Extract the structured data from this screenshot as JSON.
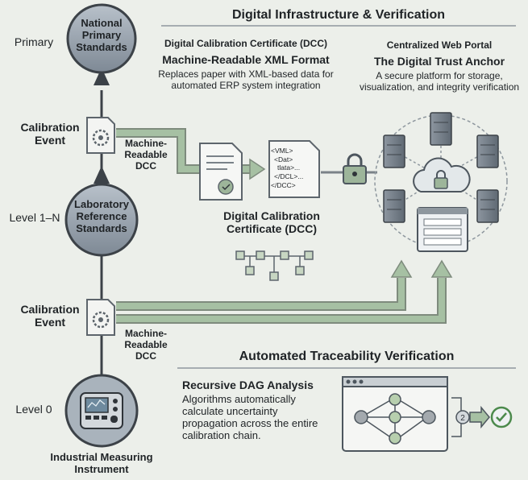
{
  "header": {
    "title": "Digital Infrastructure & Verification"
  },
  "levels": {
    "primary": "Primary",
    "level_1n": "Level 1–N",
    "level_0": "Level 0"
  },
  "nodes": {
    "national": "National Primary Standards",
    "laboratory": "Laboratory Reference Standards",
    "instrument": "Industrial Measuring Instrument"
  },
  "events": {
    "top": {
      "label": "Calibration Event",
      "dcc_label": "Machine-Readable DCC"
    },
    "bottom": {
      "label": "Calibration Event",
      "dcc_label": "Machine-Readable DCC"
    }
  },
  "dcc_section": {
    "heading": "Digital Calibration Certificate (DCC)",
    "subheading": "Machine-Readable XML Format",
    "description": "Replaces paper with XML-based data for automated ERP system integration",
    "xml_lines": [
      "<VML>",
      "<Dat>",
      "tlata>...",
      "</DCL>...",
      "</DCC>"
    ],
    "caption": "Digital Calibration Certificate (DCC)"
  },
  "portal": {
    "heading": "Centralized Web Portal",
    "subheading": "The Digital Trust Anchor",
    "description": "A secure platform for storage, visualization, and integrity verification"
  },
  "verification": {
    "title": "Automated Traceability Verification",
    "heading": "Recursive DAG Analysis",
    "description": "Algorithms automatically calculate uncertainty propagation across the entire calibration chain."
  },
  "colors": {
    "arrow": "#9db59a",
    "node": "#8d98a3",
    "accent": "#2e5e8c",
    "check": "#4c8a4c"
  }
}
